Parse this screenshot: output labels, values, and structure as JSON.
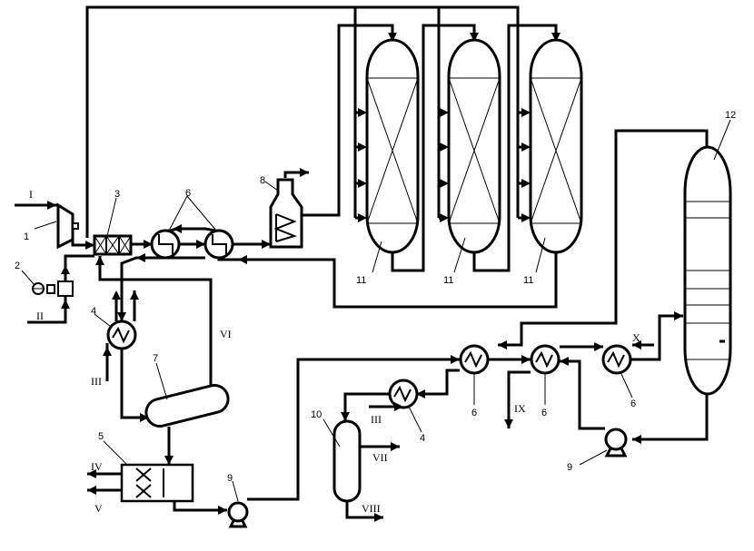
{
  "labels": {
    "n1": "1",
    "n2": "2",
    "n3": "3",
    "n4a": "4",
    "n4b": "4",
    "n5": "5",
    "n6a": "6",
    "n6b": "6",
    "n6c": "6",
    "n6d": "6",
    "n7": "7",
    "n8": "8",
    "n9a": "9",
    "n9b": "9",
    "n10": "10",
    "n11a": "11",
    "n11b": "11",
    "n11c": "11",
    "n12": "12"
  },
  "streams": {
    "I": "I",
    "II": "II",
    "IIIa": "III",
    "IIIb": "III",
    "IV": "IV",
    "V": "V",
    "VI": "VI",
    "VII": "VII",
    "VIII": "VIII",
    "IX": "IX",
    "X": "X"
  },
  "colors": {
    "line": "#000000",
    "background": "#ffffff"
  }
}
